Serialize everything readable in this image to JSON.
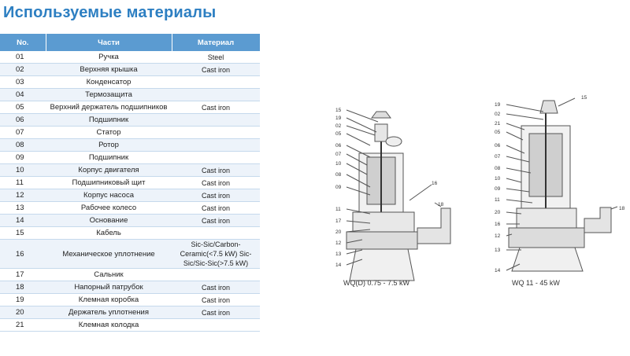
{
  "title": "Используемые материалы",
  "columns": [
    "No.",
    "Части",
    "Материал"
  ],
  "rows": [
    {
      "no": "01",
      "part": "Ручка",
      "material": "Steel"
    },
    {
      "no": "02",
      "part": "Верхняя крышка",
      "material": "Cast iron"
    },
    {
      "no": "03",
      "part": "Конденсатор",
      "material": ""
    },
    {
      "no": "04",
      "part": "Термозащита",
      "material": ""
    },
    {
      "no": "05",
      "part": "Верхний держатель подшипников",
      "material": "Cast iron"
    },
    {
      "no": "06",
      "part": "Подшипник",
      "material": ""
    },
    {
      "no": "07",
      "part": "Статор",
      "material": ""
    },
    {
      "no": "08",
      "part": "Ротор",
      "material": ""
    },
    {
      "no": "09",
      "part": "Подшипник",
      "material": ""
    },
    {
      "no": "10",
      "part": "Корпус двигателя",
      "material": "Cast iron"
    },
    {
      "no": "11",
      "part": "Подшипниковый щит",
      "material": "Cast iron"
    },
    {
      "no": "12",
      "part": "Корпус насоса",
      "material": "Cast iron"
    },
    {
      "no": "13",
      "part": "Рабочее колесо",
      "material": "Cast iron"
    },
    {
      "no": "14",
      "part": "Основание",
      "material": "Cast iron"
    },
    {
      "no": "15",
      "part": "Кабель",
      "material": ""
    },
    {
      "no": "16",
      "part": "Механическое уплотнение",
      "material": "Sic-Sic/Carbon-Ceramic(<7.5 kW) Sic-Sic/Sic-Sic(>7.5 kW)"
    },
    {
      "no": "17",
      "part": "Сальник",
      "material": ""
    },
    {
      "no": "18",
      "part": "Напорный патрубок",
      "material": "Cast iron"
    },
    {
      "no": "19",
      "part": "Клемная коробка",
      "material": "Cast iron"
    },
    {
      "no": "20",
      "part": "Держатель уплотнения",
      "material": "Cast iron"
    },
    {
      "no": "21",
      "part": "Клемная колодка",
      "material": ""
    }
  ],
  "drawings": [
    {
      "caption": "WQ(D) 0.75 - 7.5 kW",
      "left_labels": [
        "15",
        "19",
        "02",
        "05",
        "06",
        "07",
        "10",
        "08",
        "09",
        "11",
        "17",
        "20",
        "12",
        "13",
        "14"
      ],
      "right_labels": [
        "16",
        "18"
      ]
    },
    {
      "caption": "WQ 11 - 45 kW",
      "left_labels": [
        "19",
        "02",
        "21",
        "05",
        "06",
        "07",
        "08",
        "10",
        "09",
        "11",
        "20",
        "16",
        "12",
        "13",
        "14"
      ],
      "right_labels": [
        "15",
        "18"
      ]
    }
  ]
}
